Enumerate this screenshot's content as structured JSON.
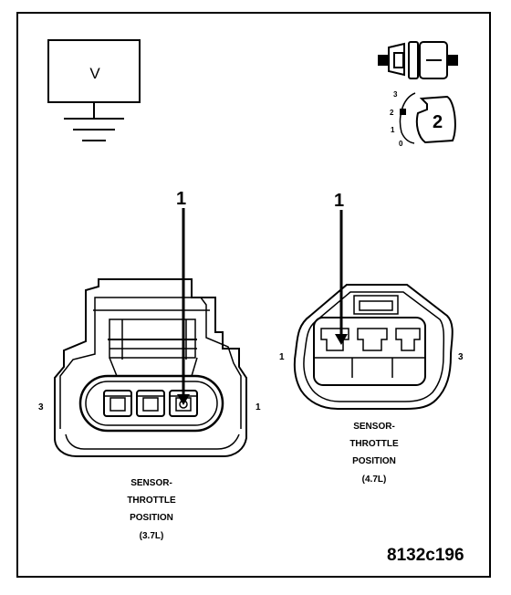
{
  "legend": {
    "voltage_symbol": "V",
    "scale_numbers": [
      "3",
      "2",
      "1",
      "0"
    ],
    "connector_count": "2"
  },
  "left_connector": {
    "callout": "1",
    "pin_left": "3",
    "pin_right": "1",
    "caption_lines": [
      "SENSOR-",
      "THROTTLE",
      "POSITION",
      "(3.7L)"
    ]
  },
  "right_connector": {
    "callout": "1",
    "pin_left": "1",
    "pin_right": "3",
    "caption_lines": [
      "SENSOR-",
      "THROTTLE",
      "POSITION",
      "(4.7L)"
    ]
  },
  "figure_id": "8132c196"
}
